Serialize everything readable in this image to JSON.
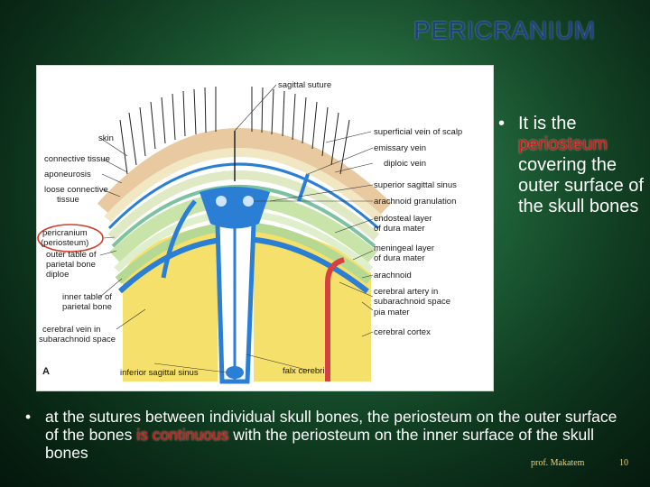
{
  "slide": {
    "title": "PERICRANIUM",
    "author": "prof. Makatem",
    "page_number": "10"
  },
  "figure": {
    "panel_letter": "A",
    "labels": {
      "sagittal_suture": "sagittal suture",
      "skin": "skin",
      "connective_tissue": "connective tissue",
      "aponeurosis": "aponeurosis",
      "loose_connective_1": "loose connective",
      "loose_connective_2": "tissue",
      "pericranium_1": "pericranium",
      "pericranium_2": "(periosteum)",
      "outer_table_1": "outer table of",
      "outer_table_2": "parietal bone",
      "outer_table_3": "diploe",
      "inner_table_1": "inner table of",
      "inner_table_2": "parietal bone",
      "cerebral_vein_1": "cerebral vein in",
      "cerebral_vein_2": "subarachnoid space",
      "superficial_vein": "superficial vein of scalp",
      "emissary_vein": "emissary vein",
      "diploic_vein": "diploic vein",
      "superior_sagittal_sinus": "superior sagittal sinus",
      "arachnoid_granulation": "arachnoid granulation",
      "endosteal_1": "endosteal layer",
      "endosteal_2": "of dura mater",
      "meningeal_1": "meningeal layer",
      "meningeal_2": "of dura mater",
      "arachnoid": "arachnoid",
      "cerebral_artery_1": "cerebral artery in",
      "cerebral_artery_2": "subarachnoid space",
      "pia_mater": "pia mater",
      "cerebral_cortex": "cerebral cortex",
      "inferior_sagittal_sinus": "inferior sagittal sinus",
      "falx_cerebri": "falx cerebri"
    }
  },
  "bullet_right": {
    "pre": "It is the ",
    "highlight": "periosteum",
    "post": " covering the outer surface of the skull bones"
  },
  "bullet_bottom": {
    "pre": "at the sutures between individual skull bones, the periosteum on the outer surface of the bones ",
    "highlight": "is continuous",
    "post": " with the periosteum on the inner surface of the skull bones"
  },
  "colors": {
    "title": "#1f3f86",
    "highlight": "#d01818",
    "footer": "#f0d070",
    "dura_blue": "#2a7fd4",
    "bone_green": "#c9e4a8",
    "artery_red": "#d84040",
    "marker_circle": "#d83a2a"
  }
}
